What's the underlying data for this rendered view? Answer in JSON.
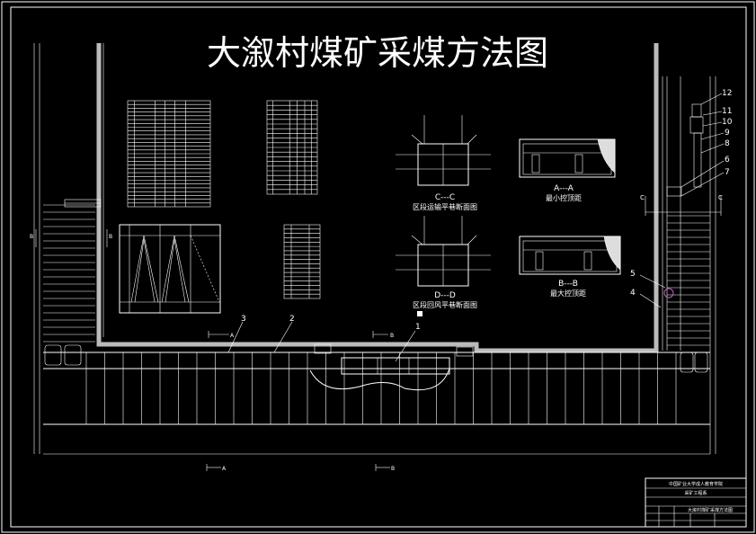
{
  "drawing": {
    "title": "大溆村煤矿采煤方法图",
    "callouts": [
      "1",
      "2",
      "3",
      "4",
      "5",
      "6",
      "7",
      "8",
      "9",
      "10",
      "11",
      "12"
    ],
    "section_marks": {
      "c_left": "C",
      "c_right": "C",
      "b_left": "B",
      "b_right": "B",
      "arrow_a_top": "A",
      "arrow_b_top": "B",
      "arrow_a_bottom": "A",
      "arrow_b_bottom": "B"
    },
    "sections": {
      "cc_label": "C---C",
      "cc_caption": "区段运输平巷断面图",
      "dd_label": "D---D",
      "dd_caption": "区段回风平巷断面图",
      "aa_label": "A---A",
      "aa_caption": "最小控顶距",
      "bb_label": "B---B",
      "bb_caption": "最大控顶距"
    }
  },
  "title_block": {
    "line1": "中国矿业大学成人教育学院",
    "line2": "采矿工程系",
    "drawing_name": "大溆村煤矿采煤方法图"
  },
  "colors": {
    "background": "#000000",
    "lines": "#ffffff",
    "gob_band": "#bbbbbb",
    "marker": "#c060c0"
  }
}
